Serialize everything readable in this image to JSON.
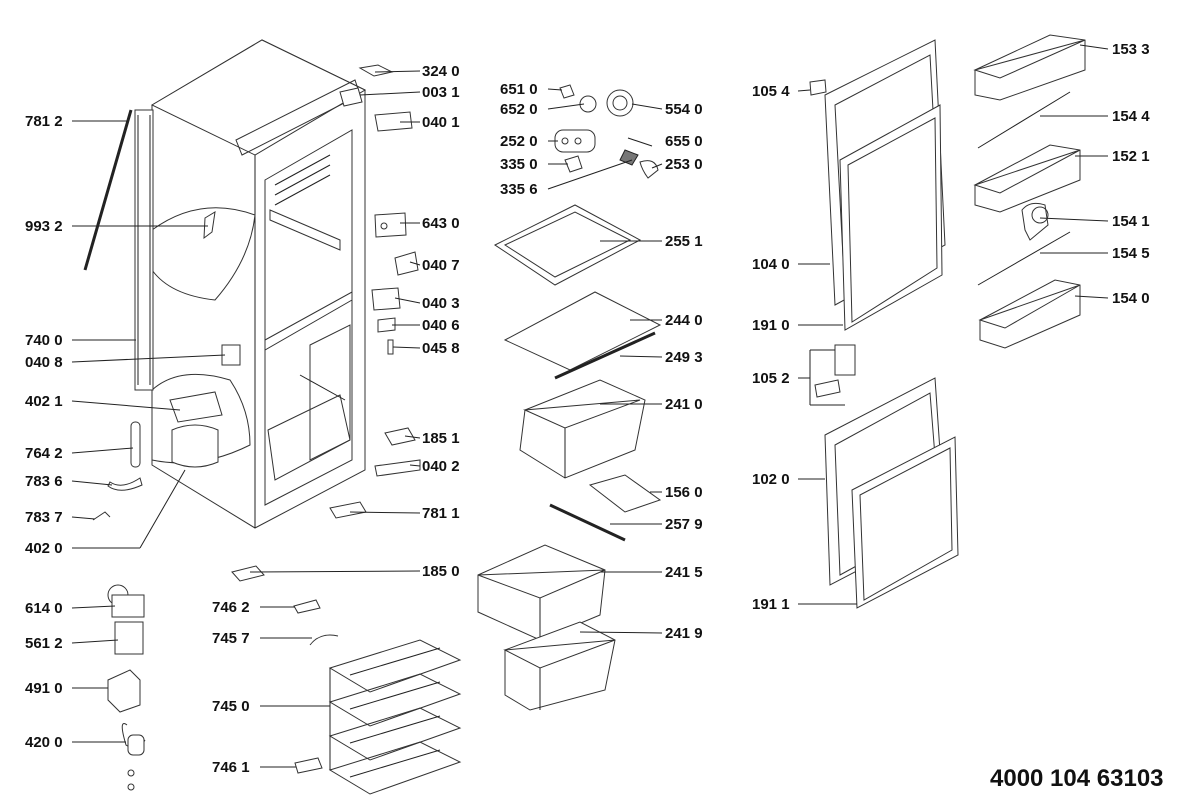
{
  "diagram_number": "4000 104 63103",
  "labels": [
    {
      "id": "l_3240",
      "text": "324 0"
    },
    {
      "id": "l_0031",
      "text": "003 1"
    },
    {
      "id": "l_0401",
      "text": "040 1"
    },
    {
      "id": "l_6430",
      "text": "643 0"
    },
    {
      "id": "l_0407",
      "text": "040 7"
    },
    {
      "id": "l_0403",
      "text": "040 3"
    },
    {
      "id": "l_0406",
      "text": "040 6"
    },
    {
      "id": "l_0458",
      "text": "045 8"
    },
    {
      "id": "l_1851",
      "text": "185 1"
    },
    {
      "id": "l_0402",
      "text": "040 2"
    },
    {
      "id": "l_7811",
      "text": "781 1"
    },
    {
      "id": "l_1850",
      "text": "185 0"
    },
    {
      "id": "l_7812",
      "text": "781 2"
    },
    {
      "id": "l_9932",
      "text": "993 2"
    },
    {
      "id": "l_7400",
      "text": "740 0"
    },
    {
      "id": "l_0408",
      "text": "040 8"
    },
    {
      "id": "l_4021",
      "text": "402 1"
    },
    {
      "id": "l_7642",
      "text": "764 2"
    },
    {
      "id": "l_7836",
      "text": "783 6"
    },
    {
      "id": "l_7837",
      "text": "783 7"
    },
    {
      "id": "l_4020",
      "text": "402 0"
    },
    {
      "id": "l_6140",
      "text": "614 0"
    },
    {
      "id": "l_5612",
      "text": "561 2"
    },
    {
      "id": "l_4910",
      "text": "491 0"
    },
    {
      "id": "l_4200",
      "text": "420 0"
    },
    {
      "id": "l_7462",
      "text": "746 2"
    },
    {
      "id": "l_7457",
      "text": "745 7"
    },
    {
      "id": "l_7450",
      "text": "745 0"
    },
    {
      "id": "l_7461",
      "text": "746 1"
    },
    {
      "id": "l_6510",
      "text": "651 0"
    },
    {
      "id": "l_6520",
      "text": "652 0"
    },
    {
      "id": "l_5540",
      "text": "554 0"
    },
    {
      "id": "l_2520",
      "text": "252 0"
    },
    {
      "id": "l_6550",
      "text": "655 0"
    },
    {
      "id": "l_3350",
      "text": "335 0"
    },
    {
      "id": "l_2530",
      "text": "253 0"
    },
    {
      "id": "l_3356",
      "text": "335 6"
    },
    {
      "id": "l_2551",
      "text": "255 1"
    },
    {
      "id": "l_2440",
      "text": "244 0"
    },
    {
      "id": "l_2493",
      "text": "249 3"
    },
    {
      "id": "l_2410",
      "text": "241 0"
    },
    {
      "id": "l_1560",
      "text": "156 0"
    },
    {
      "id": "l_2579",
      "text": "257 9"
    },
    {
      "id": "l_2415",
      "text": "241 5"
    },
    {
      "id": "l_2419",
      "text": "241 9"
    },
    {
      "id": "l_1054",
      "text": "105 4"
    },
    {
      "id": "l_1040",
      "text": "104 0"
    },
    {
      "id": "l_1910",
      "text": "191 0"
    },
    {
      "id": "l_1052",
      "text": "105 2"
    },
    {
      "id": "l_1020",
      "text": "102 0"
    },
    {
      "id": "l_1911",
      "text": "191 1"
    },
    {
      "id": "l_1533",
      "text": "153 3"
    },
    {
      "id": "l_1544",
      "text": "154 4"
    },
    {
      "id": "l_1521",
      "text": "152 1"
    },
    {
      "id": "l_1541",
      "text": "154 1"
    },
    {
      "id": "l_1545",
      "text": "154 5"
    },
    {
      "id": "l_1540",
      "text": "154 0"
    }
  ]
}
